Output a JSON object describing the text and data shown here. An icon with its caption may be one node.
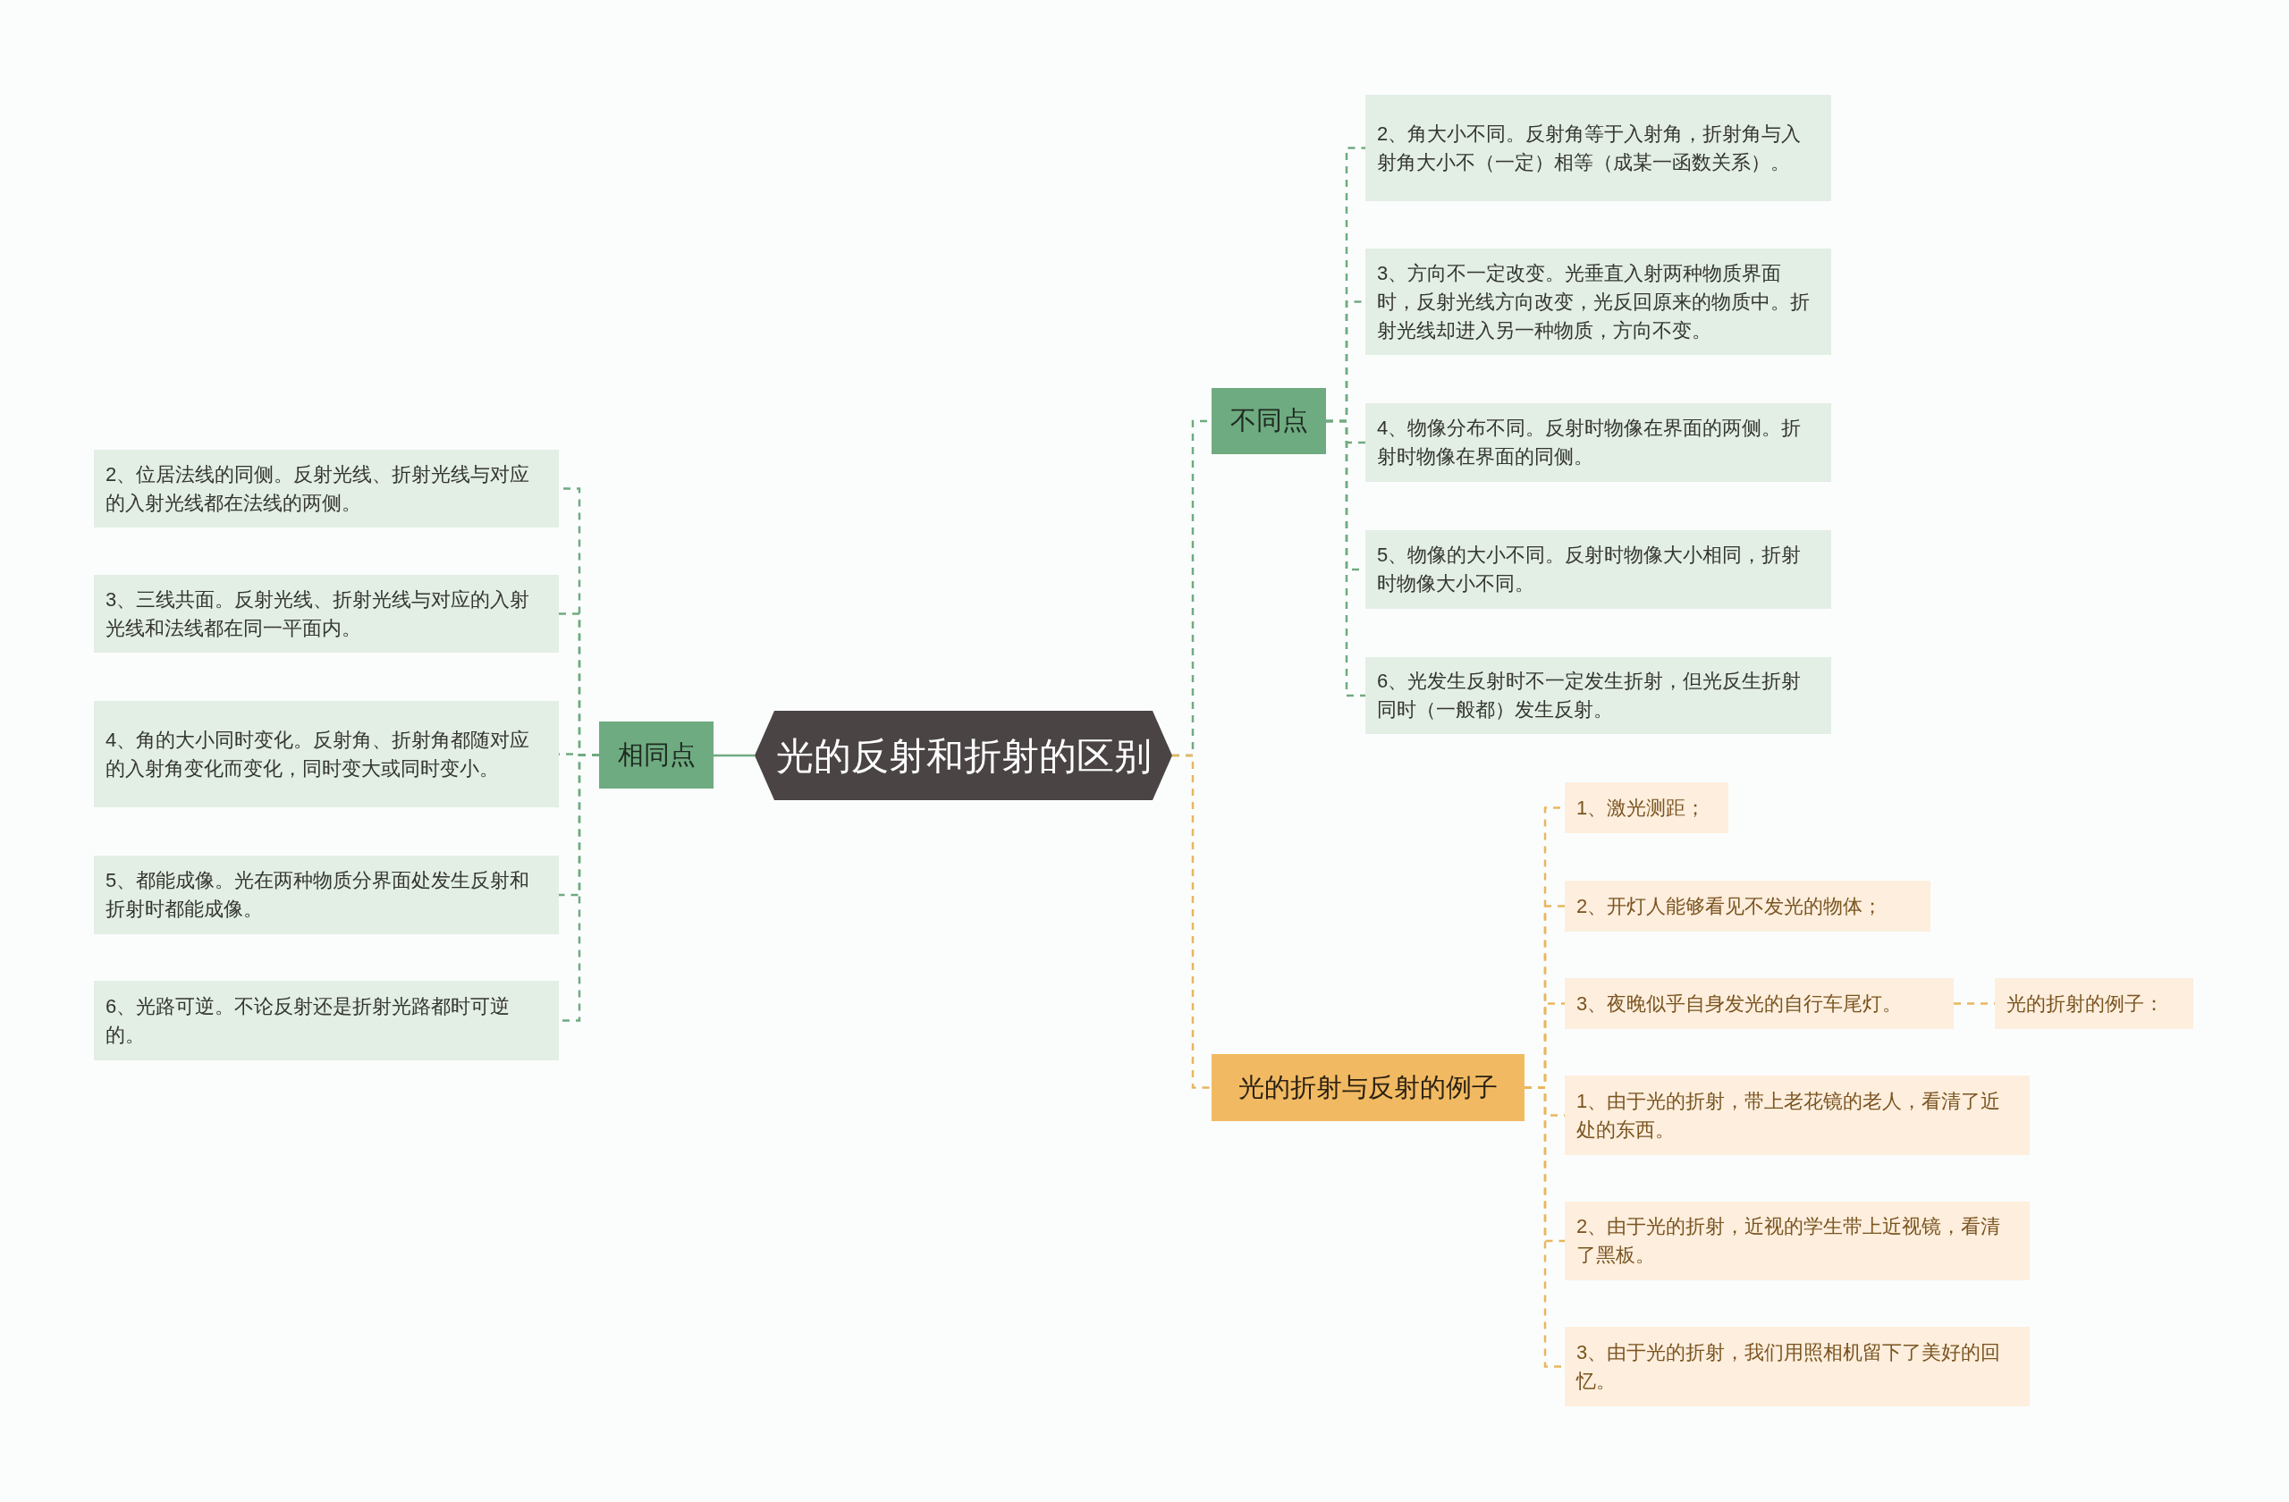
{
  "diagram": {
    "nodes": [
      {
        "text": [
          "光的反射和折射的区别"
        ]
      },
      {
        "text": [
          "相同点"
        ]
      },
      {
        "text": [
          "2、位居法线的同侧。反射光线、折射光线与对应的入射光线都在法线的两侧。"
        ]
      },
      {
        "text": [
          "3、三线共面。反射光线、折射光线与对应的入射光线和法线都在同一平面内。"
        ]
      },
      {
        "text": [
          "4、角的大小同时变化。反射角、折射角都随对应的入射角变化而变化，同时变大或同时变小。"
        ]
      },
      {
        "text": [
          "5、都能成像。光在两种物质分界面处发生反射和折射时都能成像。"
        ]
      },
      {
        "text": [
          "6、光路可逆。不论反射还是折射光路都时可逆的。"
        ]
      },
      {
        "text": [
          "不同点"
        ]
      },
      {
        "text": [
          "2、角大小不同。反射角等于入射角，折射角与入射角大小不（一定）相等（成某一函数关系）。"
        ]
      },
      {
        "text": [
          "3、方向不一定改变。光垂直入射两种物质界面时，反射光线方向改变，光反回原来的物质中。折射光线却进入另一种物质，方向不变。"
        ]
      },
      {
        "text": [
          "4、物像分布不同。反射时物像在界面的两侧。折射时物像在界面的同侧。"
        ]
      },
      {
        "text": [
          "5、物像的大小不同。反射时物像大小相同，折射时物像大小不同。"
        ]
      },
      {
        "text": [
          "6、光发生反射时不一定发生折射，但光反生折射同时（一般都）发生反射。"
        ]
      },
      {
        "text": [
          "光的折射与反射的例子"
        ]
      },
      {
        "text": [
          "1、激光测距；"
        ]
      },
      {
        "text": [
          "2、开灯人能够看见不发光的物体；"
        ]
      },
      {
        "text": [
          "3、夜晚似乎自身发光的自行车尾灯。"
        ]
      },
      {
        "text": [
          "光的折射的例子："
        ]
      },
      {
        "text": [
          "1、由于光的折射，带上老花镜的老人，看清了近处的东西。"
        ]
      },
      {
        "text": [
          "2、由于光的折射，近视的学生带上近视镜，看清了黑板。"
        ]
      },
      {
        "text": [
          "3、由于光的折射，我们用照相机留下了美好的回忆。"
        ]
      }
    ],
    "edges": [
      {
        "from": 0,
        "to": 1,
        "arrow": "none"
      },
      {
        "from": 1,
        "to": 2,
        "arrow": "none",
        "style": "dashed"
      },
      {
        "from": 1,
        "to": 3,
        "arrow": "none",
        "style": "dashed"
      },
      {
        "from": 1,
        "to": 4,
        "arrow": "none",
        "style": "dashed"
      },
      {
        "from": 1,
        "to": 5,
        "arrow": "none",
        "style": "dashed"
      },
      {
        "from": 1,
        "to": 6,
        "arrow": "none",
        "style": "dashed"
      },
      {
        "from": 0,
        "to": 7,
        "arrow": "none",
        "style": "dashed"
      },
      {
        "from": 7,
        "to": 8,
        "arrow": "none",
        "style": "dashed"
      },
      {
        "from": 7,
        "to": 9,
        "arrow": "none",
        "style": "dashed"
      },
      {
        "from": 7,
        "to": 10,
        "arrow": "none",
        "style": "dashed"
      },
      {
        "from": 7,
        "to": 11,
        "arrow": "none",
        "style": "dashed"
      },
      {
        "from": 7,
        "to": 12,
        "arrow": "none",
        "style": "dashed"
      },
      {
        "from": 0,
        "to": 13,
        "arrow": "none",
        "style": "dashed",
        "color": "#e9b65e"
      },
      {
        "from": 13,
        "to": 14,
        "arrow": "none",
        "style": "dashed",
        "color": "#e9b65e"
      },
      {
        "from": 13,
        "to": 15,
        "arrow": "none",
        "style": "dashed",
        "color": "#e9b65e"
      },
      {
        "from": 13,
        "to": 16,
        "arrow": "none",
        "style": "dashed",
        "color": "#e9b65e"
      },
      {
        "from": 16,
        "to": 17,
        "arrow": "none",
        "style": "dashed",
        "color": "#e9b65e"
      },
      {
        "from": 13,
        "to": 18,
        "arrow": "none",
        "style": "dashed",
        "color": "#e9b65e"
      },
      {
        "from": 13,
        "to": 19,
        "arrow": "none",
        "style": "dashed",
        "color": "#e9b65e"
      },
      {
        "from": 13,
        "to": 20,
        "arrow": "none",
        "style": "dashed",
        "color": "#e9b65e"
      }
    ]
  }
}
